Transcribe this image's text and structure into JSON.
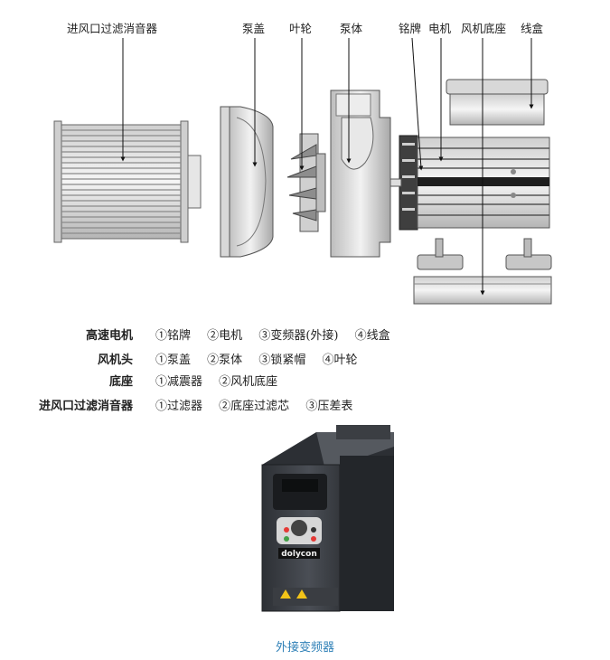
{
  "diagram_labels": {
    "filter_silencer": "进风口过滤消音器",
    "pump_cover": "泵盖",
    "impeller": "叶轮",
    "pump_body": "泵体",
    "nameplate": "铭牌",
    "motor": "电机",
    "fan_base": "风机底座",
    "wire_box": "线盒"
  },
  "components": [
    {
      "category": "高速电机",
      "items": [
        "①铭牌",
        "②电机",
        "③变频器(外接)",
        "④线盒"
      ]
    },
    {
      "category": "风机头",
      "items": [
        "①泵盖",
        "②泵体",
        "③锁紧帽",
        "④叶轮"
      ]
    },
    {
      "category": "底座",
      "items": [
        "①减震器",
        "②风机底座"
      ]
    },
    {
      "category": "进风口过滤消音器",
      "items": [
        "①过滤器",
        "②底座过滤芯",
        "③压差表"
      ]
    }
  ],
  "inverter": {
    "brand": "dolycon"
  },
  "caption": "外接变频器",
  "colors": {
    "caption": "#2f80b7",
    "metal_dark": "#3a3d42",
    "metal_light": "#d9d9d9"
  }
}
